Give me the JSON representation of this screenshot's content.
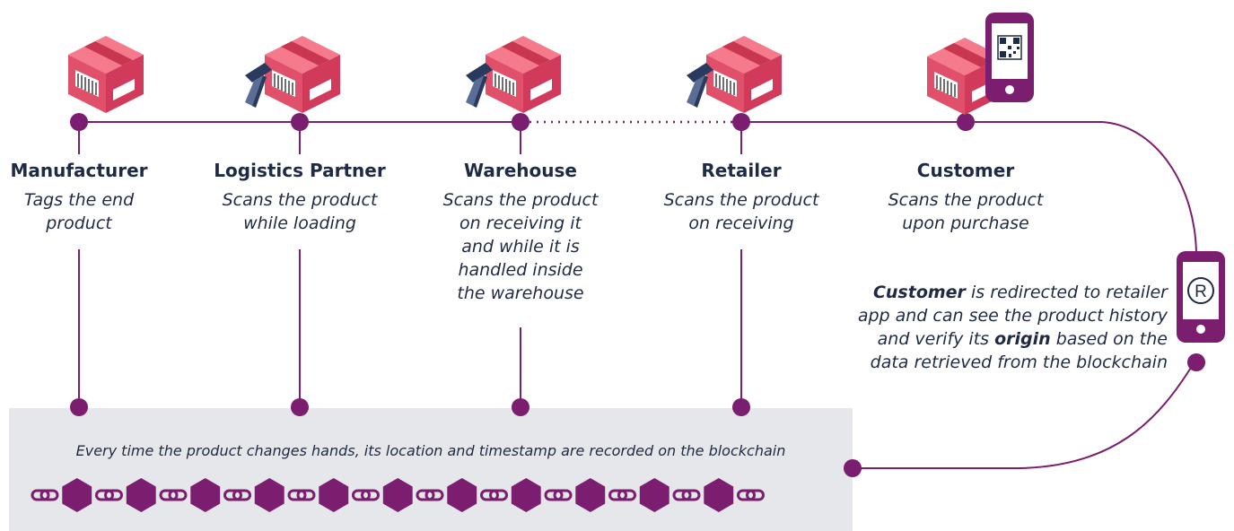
{
  "colors": {
    "accent": "#7b1e6f",
    "box_top": "#f47a8c",
    "box_left": "#e0506a",
    "box_right": "#d23a5c",
    "band": "#e6e7ea",
    "text": "#1f2a44"
  },
  "stages": [
    {
      "title": "Manufacturer",
      "desc": [
        "Tags the end",
        "product"
      ],
      "icon": "package-icon"
    },
    {
      "title": "Logistics Partner",
      "desc": [
        "Scans the product",
        "while loading"
      ],
      "icon": "package-scanner-icon"
    },
    {
      "title": "Warehouse",
      "desc": [
        "Scans the product",
        "on receiving it",
        "and while it is",
        "handled inside",
        "the warehouse"
      ],
      "icon": "package-scanner-icon"
    },
    {
      "title": "Retailer",
      "desc": [
        "Scans the product",
        "on receiving"
      ],
      "icon": "package-scanner-icon"
    },
    {
      "title": "Customer",
      "desc": [
        "Scans the product",
        "upon purchase"
      ],
      "icon": "package-phone-qr-icon"
    }
  ],
  "customer_note": {
    "l1_bold": "Customer",
    "l1_rest": " is redirected to retailer",
    "l2": "app and can see the product history",
    "l3_pre": "and verify its ",
    "l3_bold": "origin",
    "l3_post": " based on the",
    "l4": "data retrieved from the blockchain"
  },
  "retailer_app_icon": {
    "icon": "phone-registered-icon",
    "glyph": "R"
  },
  "chain_caption": "Every time the product changes hands, its location and timestamp are recorded on the blockchain",
  "chain": {
    "blocks": 11,
    "icon": "blockchain-icon"
  }
}
